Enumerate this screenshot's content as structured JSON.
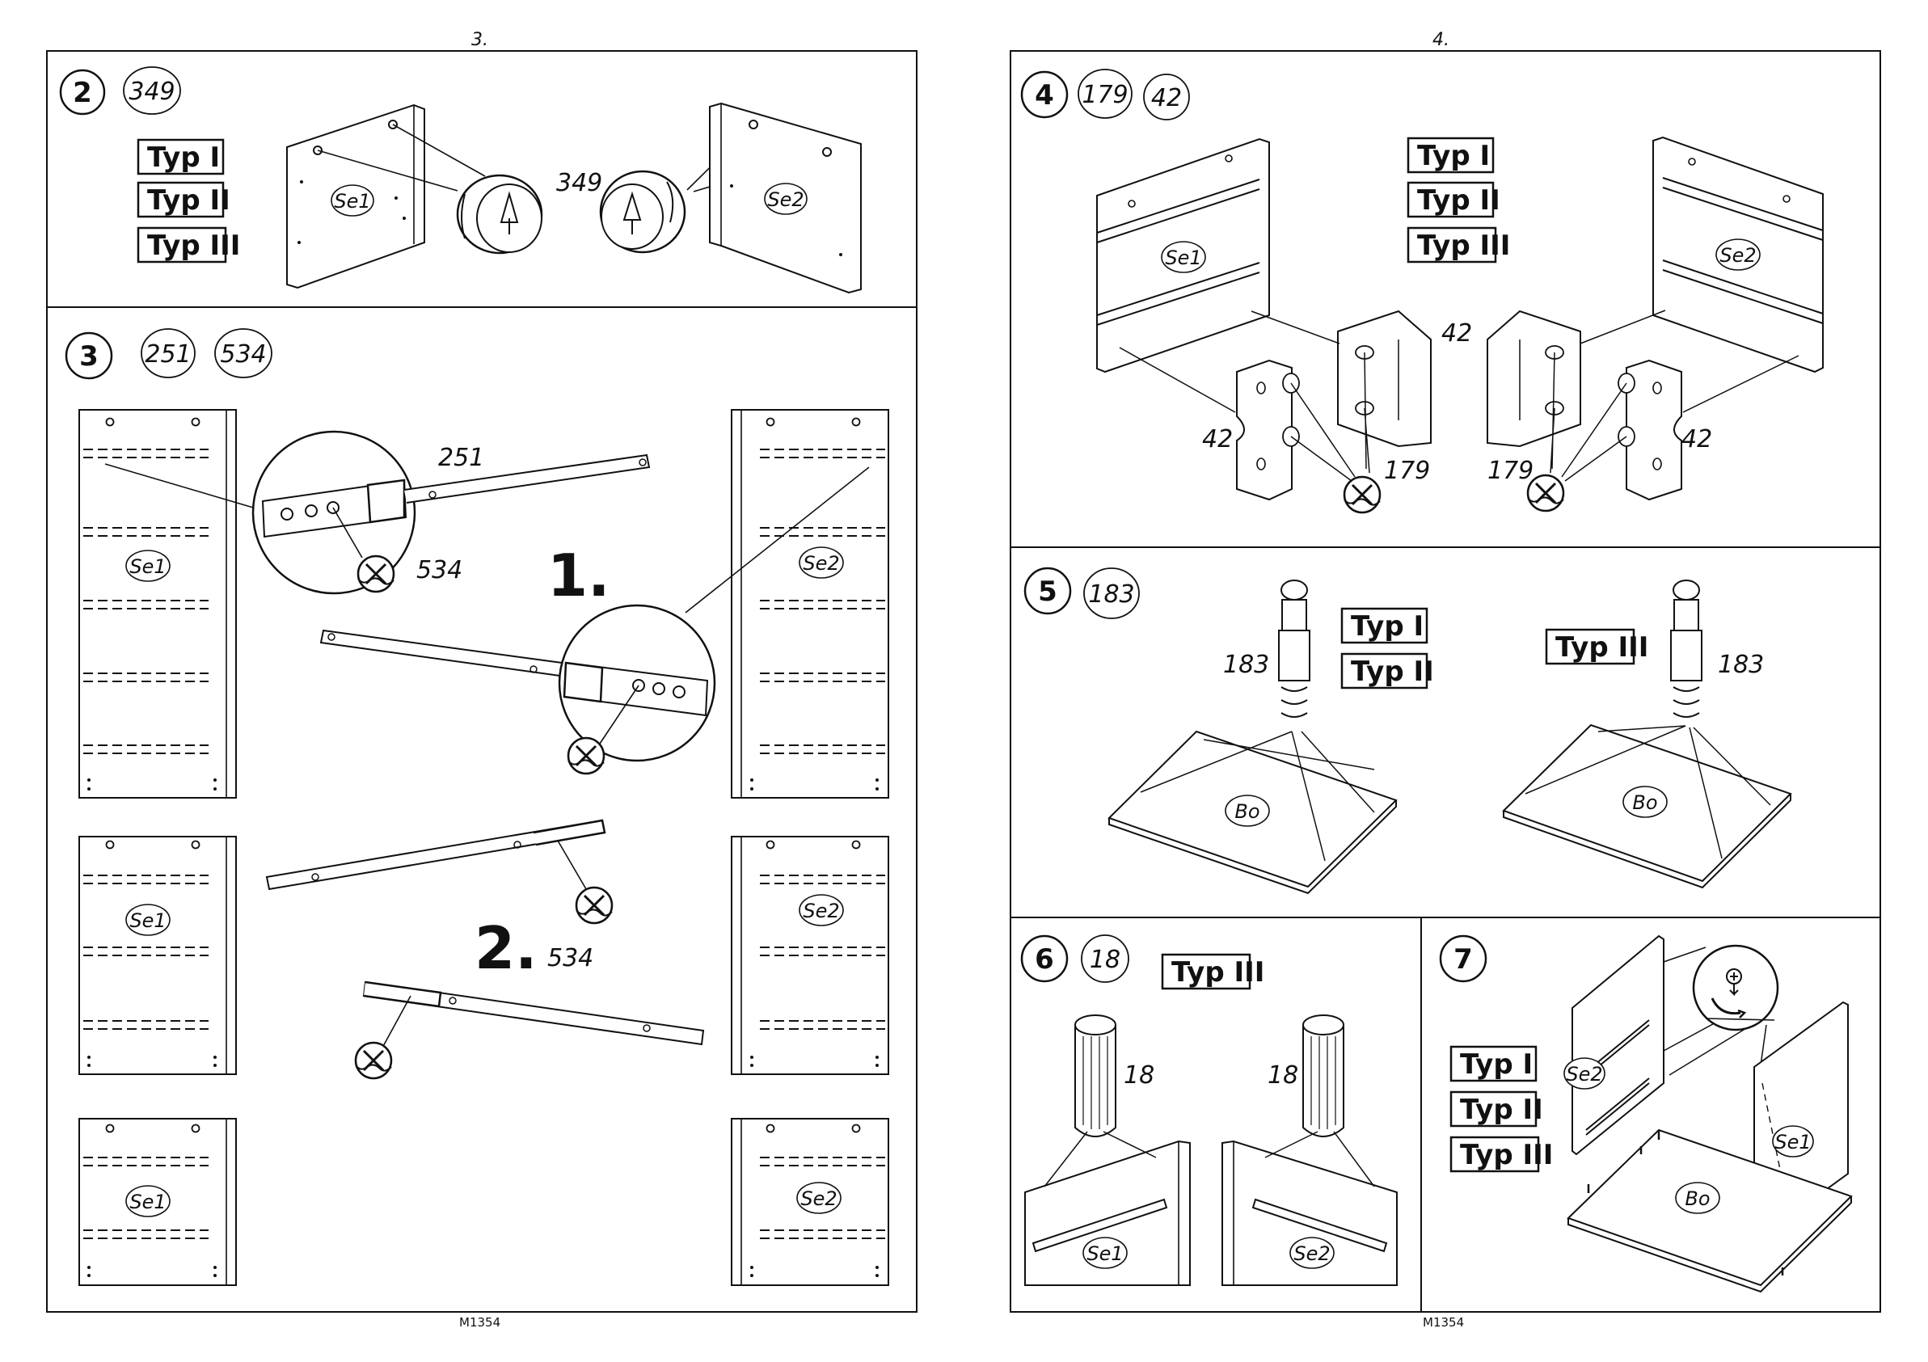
{
  "page_left": {
    "number": "3.",
    "footer": "M1354"
  },
  "page_right": {
    "number": "4.",
    "footer": "M1354"
  },
  "types": [
    "Typ I",
    "Typ II",
    "Typ III"
  ],
  "steps": {
    "s2": {
      "number": "2",
      "parts": [
        "349"
      ],
      "callout": "349",
      "panels": [
        "Se1",
        "Se2"
      ]
    },
    "s3": {
      "number": "3",
      "parts": [
        "251",
        "534"
      ],
      "rail_label": "251",
      "screw_label": "534",
      "screw_label_2": "534",
      "sub1": "1.",
      "sub2": "2.",
      "panels": [
        "Se1",
        "Se2",
        "Se1",
        "Se2",
        "Se1",
        "Se2"
      ]
    },
    "s4": {
      "number": "4",
      "parts": [
        "179",
        "42"
      ],
      "labels": [
        "42",
        "179",
        "42",
        "179",
        "42",
        "42"
      ],
      "panels": [
        "Se1",
        "Se2"
      ]
    },
    "s5": {
      "number": "5",
      "parts": [
        "183"
      ],
      "labels": [
        "183",
        "183"
      ],
      "panels": [
        "Bo",
        "Bo"
      ]
    },
    "s6": {
      "number": "6",
      "parts": [
        "18"
      ],
      "labels": [
        "18",
        "18"
      ],
      "panels": [
        "Se1",
        "Se2"
      ]
    },
    "s7": {
      "number": "7",
      "panels": [
        "Se2",
        "Se1",
        "Bo"
      ]
    }
  }
}
